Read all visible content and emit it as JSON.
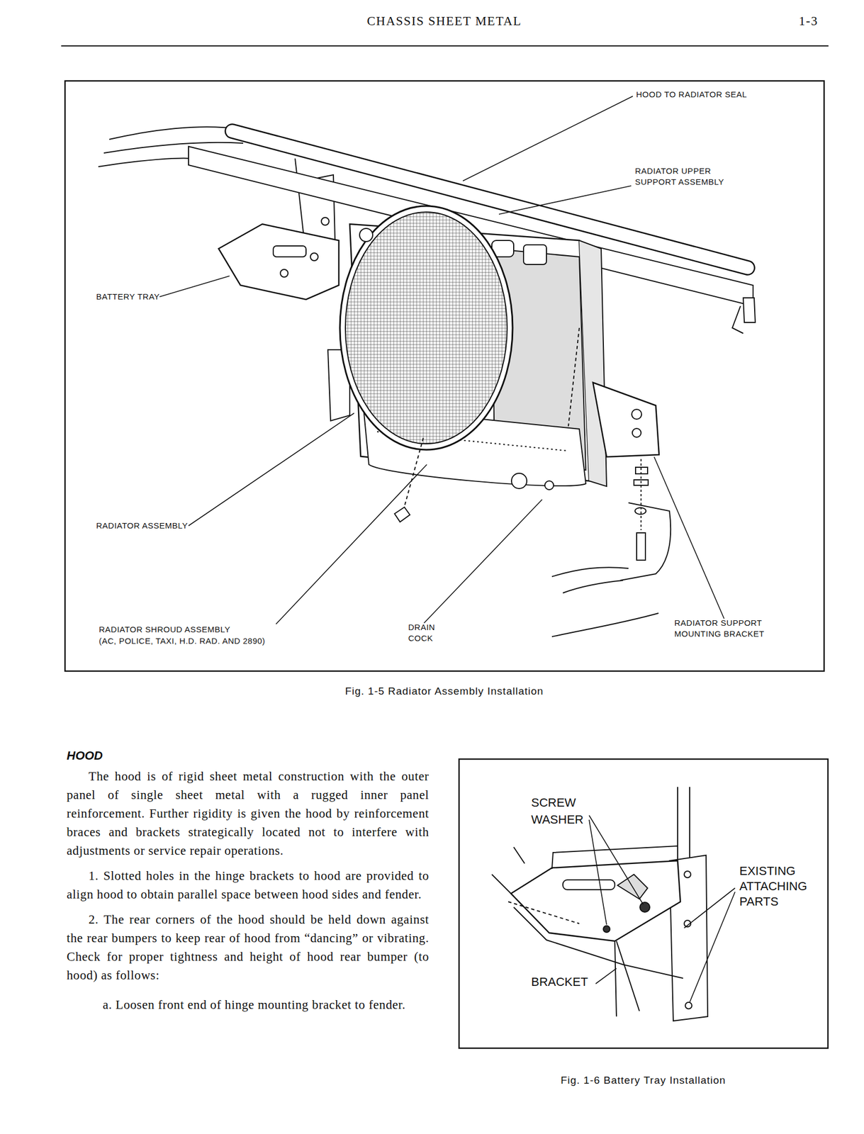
{
  "diagram": {
    "title": "CHASSIS SHEET METAL",
    "labels": [
      "1-3",
      "HOOD TO RADIATOR SEAL",
      "RADIATOR UPPER SUPPORT ASSEMBLY",
      "BATTERY TRAY",
      "RADIATOR ASSEMBLY",
      "RADIATOR SHROUD ASSEMBLY",
      "(AC, POLICE, TAXI, H.D. RAD. AND 2890)",
      "DRAIN COCK",
      "RADIATOR SUPPORT MOUNTING BRACKET",
      "Fig. 1-5 Radiator Assembly Installation",
      "HOOD",
      "The hood is of rigid sheet metal construction with the outer panel of single sheet metal with a rugged inner panel reinforcement. Further rigidity is given the hood by reinforcement braces and brackets strategically located not to interfere with adjustments or service repair operations.",
      "1. Slotted holes in the hinge brackets to hood are provided to align hood to obtain parallel space between hood sides and fender.",
      "2. The rear corners of the hood should be held down against the rear bumpers to keep rear of hood from “dancing” or vibrating. Check for proper tightness and height of hood rear bumper (to hood) as follows:",
      "a. Loosen front end of hinge mounting bracket to fender.",
      "SCREW",
      "WASHER",
      "EXISTING ATTACHING PARTS",
      "BRACKET",
      "Fig. 1-6 Battery Tray Installation"
    ]
  }
}
